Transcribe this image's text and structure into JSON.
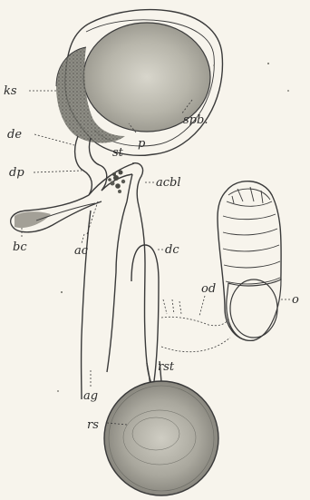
{
  "labels": {
    "ks": "ks",
    "spb": "spb.",
    "p": "p",
    "de": "de",
    "dp": "dp",
    "st": "st",
    "acbl": "acbl",
    "bc": "bc",
    "ac": "ac",
    "dc": "dc",
    "od": "od",
    "o": "o",
    "ag": "ag",
    "rst": "rst",
    "rs": "rs"
  },
  "colors": {
    "paper": "#f7f4ec",
    "ink": "#3a3a3a",
    "shading": "#9a9a90",
    "dark_stipple": "#5e5e58"
  }
}
